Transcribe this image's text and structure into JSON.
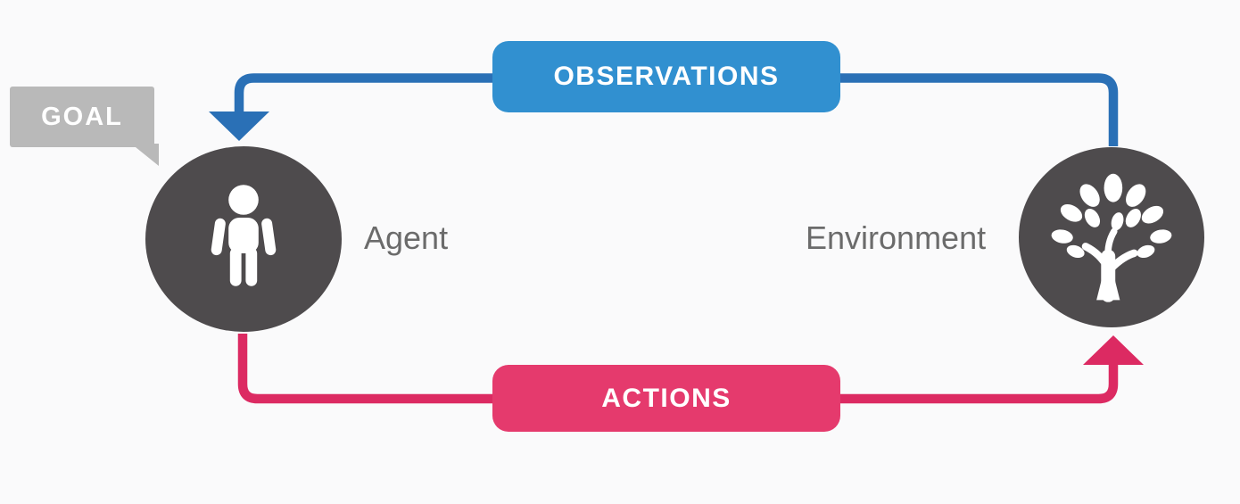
{
  "diagram": {
    "title_implicit": "agent-environment loop",
    "goal": {
      "label": "GOAL"
    },
    "observations": {
      "label": "OBSERVATIONS",
      "direction": "environment-to-agent"
    },
    "actions": {
      "label": "ACTIONS",
      "direction": "agent-to-environment"
    },
    "agent": {
      "label": "Agent",
      "icon": "person-icon"
    },
    "environment": {
      "label": "Environment",
      "icon": "tree-icon"
    }
  },
  "colors": {
    "background": "#fafafb",
    "node_fill": "#4e4b4d",
    "icon_fill": "#ffffff",
    "observations_badge": "#3190d0",
    "observations_line": "#2a70b6",
    "actions_badge": "#e53a6d",
    "actions_line": "#dc2a62",
    "goal_bubble": "#b9b9b9",
    "label_text": "#6b6b6b",
    "badge_text": "#ffffff"
  }
}
